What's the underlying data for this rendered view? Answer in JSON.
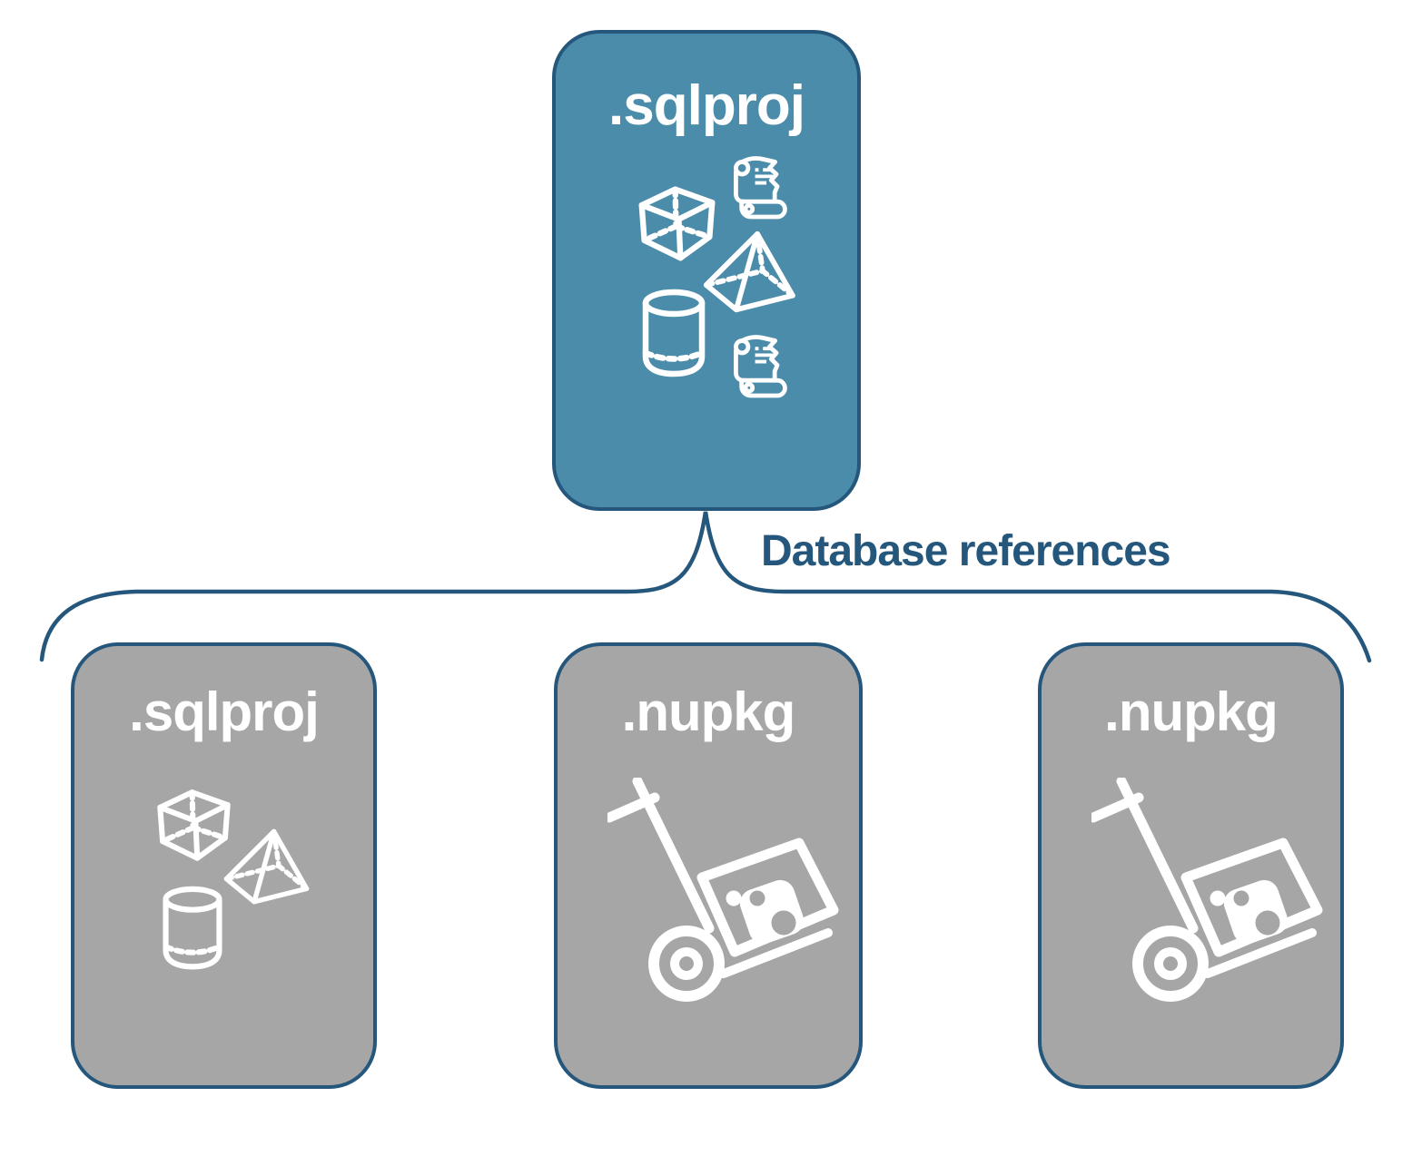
{
  "root_box": {
    "label": ".sqlproj"
  },
  "connector": {
    "label": "Database references"
  },
  "child_boxes": [
    {
      "label": ".sqlproj",
      "icons": [
        "cube-icon",
        "pyramid-icon",
        "cylinder-icon"
      ]
    },
    {
      "label": ".nupkg",
      "icons": [
        "hand-truck-icon",
        "nuget-package-icon"
      ]
    },
    {
      "label": ".nupkg",
      "icons": [
        "hand-truck-icon",
        "nuget-package-icon"
      ]
    }
  ],
  "root_icons": [
    "cube-icon",
    "scroll-icon",
    "pyramid-icon",
    "cylinder-icon",
    "scroll-icon"
  ],
  "colors": {
    "root_fill": "#4B8CAA",
    "child_fill": "#A6A6A6",
    "outline": "#25577C",
    "icon": "#FFFFFF"
  }
}
